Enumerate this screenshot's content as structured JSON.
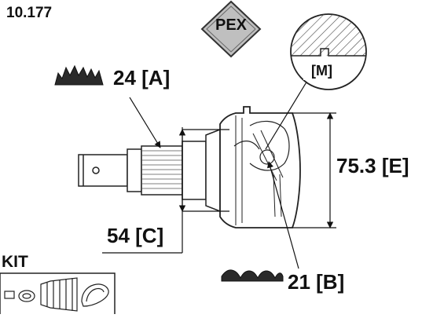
{
  "header": {
    "part_number": "10.177"
  },
  "brand": {
    "logo_text": "PEX"
  },
  "dimensions": {
    "a": "24 [A]",
    "e": "75.3 [E]",
    "c": "54 [C]",
    "b": "21 [B]",
    "m": "[M]"
  },
  "kit": {
    "label": "KIT"
  }
}
